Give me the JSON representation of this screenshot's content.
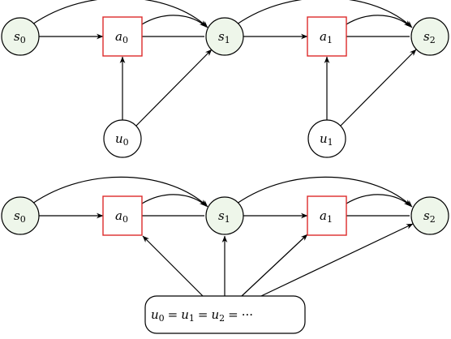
{
  "colors": {
    "state_fill": "#eef6ea",
    "state_stroke": "#000000",
    "action_fill": "#ffffff",
    "action_stroke": "#dd2a2a",
    "noise_fill": "#ffffff",
    "noise_stroke": "#000000",
    "edge": "#000000"
  },
  "top_graph": {
    "states": [
      {
        "base": "s",
        "sub": "0"
      },
      {
        "base": "s",
        "sub": "1"
      },
      {
        "base": "s",
        "sub": "2"
      }
    ],
    "actions": [
      {
        "base": "a",
        "sub": "0"
      },
      {
        "base": "a",
        "sub": "1"
      }
    ],
    "noises": [
      {
        "base": "u",
        "sub": "0"
      },
      {
        "base": "u",
        "sub": "1"
      }
    ]
  },
  "bottom_graph": {
    "states": [
      {
        "base": "s",
        "sub": "0"
      },
      {
        "base": "s",
        "sub": "1"
      },
      {
        "base": "s",
        "sub": "2"
      }
    ],
    "actions": [
      {
        "base": "a",
        "sub": "0"
      },
      {
        "base": "a",
        "sub": "1"
      }
    ],
    "shared_noise": {
      "terms": [
        {
          "base": "u",
          "sub": "0"
        },
        {
          "base": "u",
          "sub": "1"
        },
        {
          "base": "u",
          "sub": "2"
        }
      ],
      "equals": "=",
      "ellipsis": "···"
    }
  }
}
